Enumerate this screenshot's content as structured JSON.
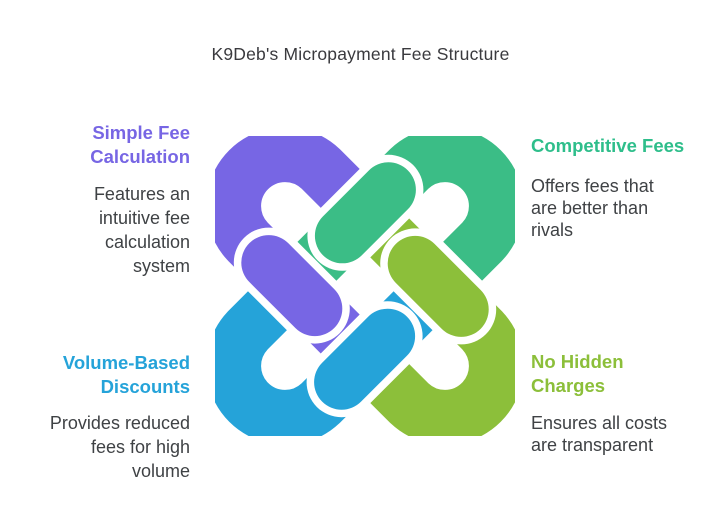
{
  "title": "K9Deb's Micropayment Fee Structure",
  "palette": {
    "purple": "#7766e4",
    "green": "#3bbd86",
    "blue": "#25a3d9",
    "olive": "#8cbf3a",
    "heading_green": "#2ebe8b",
    "body_text": "#3f4245",
    "title_text": "#3a3a3e",
    "background": "#ffffff"
  },
  "sections": [
    {
      "id": "simple-fee-calculation",
      "heading_lines": [
        "Simple Fee",
        "Calculation"
      ],
      "body_lines": [
        "Features an",
        "intuitive fee",
        "calculation",
        "system"
      ],
      "heading_color": "#7766e4",
      "position": "top-left",
      "alignment": "right"
    },
    {
      "id": "competitive-fees",
      "heading_lines": [
        "Competitive Fees"
      ],
      "body_lines": [
        "Offers fees that",
        "are better than",
        "rivals"
      ],
      "heading_color": "#2ebe8b",
      "position": "top-right",
      "alignment": "left"
    },
    {
      "id": "volume-based-discounts",
      "heading_lines": [
        "Volume-Based",
        "Discounts"
      ],
      "body_lines": [
        "Provides reduced",
        "fees for high",
        "volume"
      ],
      "heading_color": "#25a3d9",
      "position": "bottom-left",
      "alignment": "right"
    },
    {
      "id": "no-hidden-charges",
      "heading_lines": [
        "No Hidden",
        "Charges"
      ],
      "body_lines": [
        "Ensures all costs",
        "are transparent"
      ],
      "heading_color": "#8cbf3a",
      "position": "bottom-right",
      "alignment": "left"
    }
  ],
  "knot": {
    "type": "interlocking-knot-icon",
    "piece_colors": [
      "#7766e4",
      "#3bbd86",
      "#8cbf3a",
      "#25a3d9"
    ],
    "piece_order_clockwise_from_top_left": [
      "purple",
      "green",
      "olive",
      "blue"
    ]
  }
}
